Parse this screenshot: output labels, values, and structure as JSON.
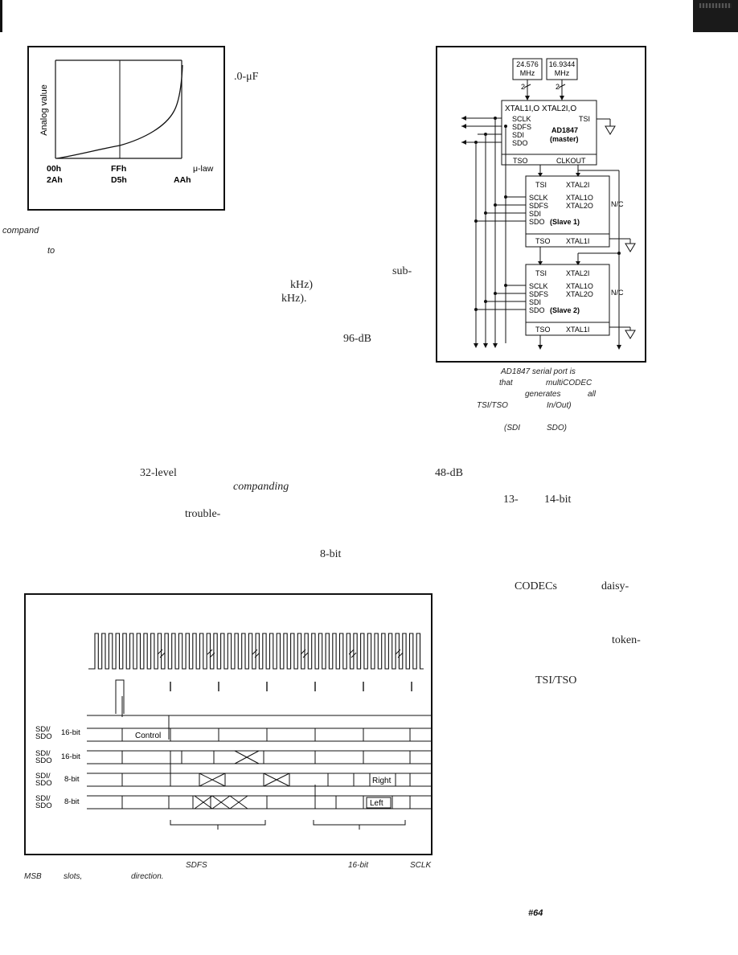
{
  "fig_mulaw": {
    "ylabel": "Analog value",
    "x_row1": [
      "00h",
      "FFh",
      "μ-law"
    ],
    "x_row2": [
      "2Ah",
      "D5h",
      "AAh"
    ]
  },
  "fig_codec": {
    "xtal1": [
      "24.576",
      "MHz"
    ],
    "xtal2": [
      "16.9344",
      "MHz"
    ],
    "bus_width": [
      "2",
      "2"
    ],
    "master": {
      "top": "XTAL1I,O XTAL2I,O",
      "pins_left": [
        "SCLK",
        "SDFS",
        "SDI",
        "SDO"
      ],
      "tsi": "TSI",
      "chip": "AD1847",
      "role": "(master)",
      "bottom": [
        "TSO",
        "CLKOUT"
      ]
    },
    "slave1": {
      "top": [
        "TSI",
        "XTAL2I"
      ],
      "pins_left": [
        "SCLK",
        "SDFS",
        "SDI",
        "SDO"
      ],
      "pins_right": [
        "XTAL1O",
        "XTAL2O"
      ],
      "nc": "N/C",
      "role": "(Slave 1)",
      "bottom": [
        "TSO",
        "XTAL1I"
      ]
    },
    "slave2": {
      "top": [
        "TSI",
        "XTAL2I"
      ],
      "pins_left": [
        "SCLK",
        "SDFS",
        "SDI",
        "SDO"
      ],
      "pins_right": [
        "XTAL1O",
        "XTAL2O"
      ],
      "nc": "N/C",
      "role": "(Slave 2)",
      "bottom": [
        "TSO",
        "XTAL1I"
      ]
    }
  },
  "fig_timing": {
    "rows": [
      {
        "sig": [
          "SDI/",
          "SDO"
        ],
        "width": "16-bit",
        "cell_label": "Control"
      },
      {
        "sig": [
          "SDI/",
          "SDO"
        ],
        "width": "16-bit",
        "cell_label": ""
      },
      {
        "sig": [
          "SDI/",
          "SDO"
        ],
        "width": "8-bit",
        "cell_label": "Right"
      },
      {
        "sig": [
          "SDI/",
          "SDO"
        ],
        "width": "8-bit",
        "cell_label": "Left"
      }
    ]
  },
  "text_fragments": {
    "cap_f": ".0-μF",
    "compand": "compand",
    "to": "to",
    "sub": "sub-",
    "khz1": "kHz)",
    "khz2": "kHz).",
    "db96": "96-dB",
    "level32": "32-level",
    "companding": "companding",
    "trouble": "trouble-",
    "bit8": "8-bit",
    "db48": "48-dB",
    "bits1314": [
      "13-",
      "14-bit"
    ],
    "codecs": "CODECs",
    "daisy": "daisy-",
    "token": "token-",
    "tsitso": "TSI/TSO"
  },
  "caption_fragments": {
    "c1": "AD1847 serial port is",
    "c2": [
      "that",
      "multiCODEC"
    ],
    "c3": [
      "generates",
      "all"
    ],
    "c4": [
      "TSI/TSO",
      "In/Out)"
    ],
    "c5": [
      "(SDI",
      "SDO)"
    ],
    "c6": [
      "SDFS",
      "16-bit",
      "SCLK"
    ],
    "c7": [
      "MSB",
      "slots,",
      "direction."
    ]
  },
  "page_number": "#64"
}
